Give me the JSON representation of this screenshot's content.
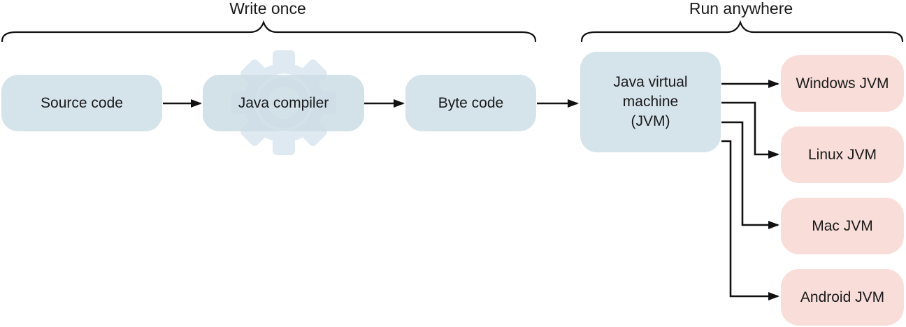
{
  "diagram": {
    "brace_labels": {
      "left": "Write once",
      "right": "Run anywhere"
    },
    "nodes": {
      "source": "Source code",
      "compiler": "Java compiler",
      "bytecode": "Byte code",
      "jvm": "Java virtual machine (JVM)",
      "windows": "Windows JVM",
      "linux": "Linux JVM",
      "mac": "Mac JVM",
      "android": "Android JVM"
    },
    "edges": [
      {
        "from": "source",
        "to": "compiler"
      },
      {
        "from": "compiler",
        "to": "bytecode"
      },
      {
        "from": "bytecode",
        "to": "jvm"
      },
      {
        "from": "jvm",
        "to": "windows"
      },
      {
        "from": "jvm",
        "to": "linux"
      },
      {
        "from": "jvm",
        "to": "mac"
      },
      {
        "from": "jvm",
        "to": "android"
      }
    ],
    "icons": {
      "compiler_background": "gear-icon"
    },
    "colors": {
      "process_box": "#d5e3ea",
      "platform_box": "#f8ddd9",
      "gear": "#dfe9f1",
      "connector": "#111111",
      "text": "#1a1a1a",
      "background": "#ffffff"
    }
  }
}
